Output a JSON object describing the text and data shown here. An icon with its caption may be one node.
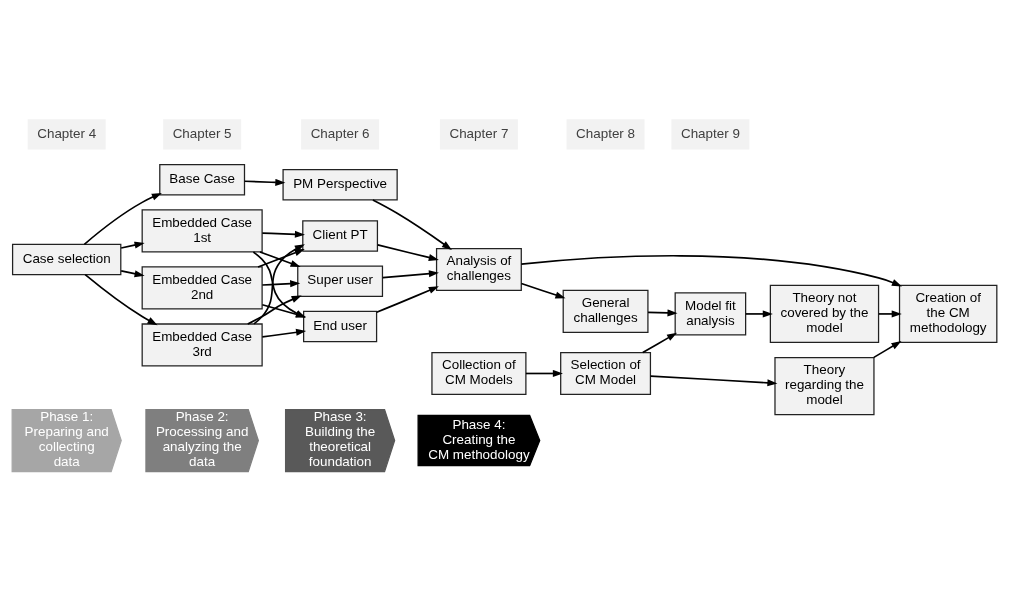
{
  "diagram": {
    "nodes": [
      {
        "text": [
          "Phase 1:",
          "Preparing and collecting data"
        ]
      },
      {
        "text": [
          "Phase 2:",
          "Processing and analyzing the data"
        ]
      },
      {
        "text": [
          "Phase 3:",
          "Building the theoretical foundation"
        ]
      },
      {
        "text": [
          "Phase 4:",
          "Creating the CM methodology"
        ]
      },
      {
        "text": [
          "Case selection"
        ]
      },
      {
        "text": [
          "Base Case"
        ]
      },
      {
        "text": [
          "Embedded Case 1st"
        ]
      },
      {
        "text": [
          "Embedded Case 2nd"
        ]
      },
      {
        "text": [
          "Embedded Case 3rd"
        ]
      },
      {
        "text": [
          "PM Perspective"
        ]
      },
      {
        "text": [
          "Client PT"
        ]
      },
      {
        "text": [
          "Super user"
        ]
      },
      {
        "text": [
          "End user"
        ]
      },
      {
        "text": [
          "Analysis of challenges"
        ]
      },
      {
        "text": [
          "General challenges"
        ]
      },
      {
        "text": [
          "Collection of CM Models"
        ]
      },
      {
        "text": [
          "Selection of CM Model"
        ]
      },
      {
        "text": [
          "Model fit analysis"
        ]
      },
      {
        "text": [
          "Theory regarding the model"
        ]
      },
      {
        "text": [
          "Theory not covered by the model"
        ]
      },
      {
        "text": [
          "Creation of the CM methodology"
        ]
      }
    ],
    "edges": [
      {
        "from": 4,
        "to": 5,
        "arrow": "to"
      },
      {
        "from": 4,
        "to": 6,
        "arrow": "to"
      },
      {
        "from": 4,
        "to": 7,
        "arrow": "to"
      },
      {
        "from": 4,
        "to": 8,
        "arrow": "to"
      },
      {
        "from": 5,
        "to": 9,
        "arrow": "to"
      },
      {
        "from": 6,
        "to": 10,
        "arrow": "to"
      },
      {
        "from": 6,
        "to": 11,
        "arrow": "to"
      },
      {
        "from": 6,
        "to": 12,
        "arrow": "to"
      },
      {
        "from": 7,
        "to": 10,
        "arrow": "to"
      },
      {
        "from": 7,
        "to": 11,
        "arrow": "to"
      },
      {
        "from": 7,
        "to": 12,
        "arrow": "to"
      },
      {
        "from": 8,
        "to": 10,
        "arrow": "to"
      },
      {
        "from": 8,
        "to": 11,
        "arrow": "to"
      },
      {
        "from": 8,
        "to": 12,
        "arrow": "to"
      },
      {
        "from": 9,
        "to": 13,
        "arrow": "to"
      },
      {
        "from": 10,
        "to": 13,
        "arrow": "to"
      },
      {
        "from": 11,
        "to": 13,
        "arrow": "to"
      },
      {
        "from": 12,
        "to": 13,
        "arrow": "to"
      },
      {
        "from": 13,
        "to": 14,
        "arrow": "to"
      },
      {
        "from": 13,
        "to": 20,
        "arrow": "to"
      },
      {
        "from": 14,
        "to": 17,
        "arrow": "to"
      },
      {
        "from": 15,
        "to": 16,
        "arrow": "to"
      },
      {
        "from": 16,
        "to": 17,
        "arrow": "to"
      },
      {
        "from": 16,
        "to": 18,
        "arrow": "to"
      },
      {
        "from": 17,
        "to": 19,
        "arrow": "to"
      },
      {
        "from": 18,
        "to": 20,
        "arrow": "to"
      },
      {
        "from": 19,
        "to": 20,
        "arrow": "to"
      }
    ],
    "labels": [
      "Chapter 4",
      "Chapter 5",
      "Chapter 6",
      "Chapter 7",
      "Chapter 8",
      "Chapter 9"
    ]
  }
}
